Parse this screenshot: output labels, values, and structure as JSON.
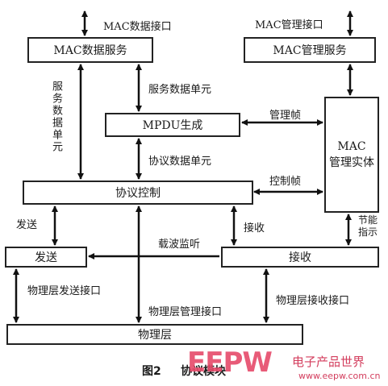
{
  "boxes": {
    "mac_data_service": "MAC数据服务",
    "mac_mgmt_service": "MAC管理服务",
    "mpdu_gen": "MPDU生成",
    "mac_mgmt_entity": "MAC\n管理实体",
    "protocol_control": "协议控制",
    "send": "发送",
    "receive": "接收",
    "phy": "物理层"
  },
  "labels": {
    "mac_data_iface": "MAC数据接口",
    "mac_mgmt_iface": "MAC管理接口",
    "service_data_unit_v": "服务数据单元",
    "service_data_unit_h": "服务数据单元",
    "protocol_data_unit": "协议数据单元",
    "mgmt_frame": "管理帧",
    "ctrl_frame": "控制帧",
    "send_lbl": "发送",
    "recv_lbl": "接收",
    "carrier_detect": "载波监听",
    "node_indicate": "节能\n指示",
    "phy_send_iface": "物理层发送接口",
    "phy_mgmt_iface": "物理层管理接口",
    "phy_recv_iface": "物理层接收接口"
  },
  "caption": {
    "figure": "图2",
    "title": "协议模块"
  },
  "watermark": {
    "logo": "EEPW",
    "text": "电子产品世界",
    "url": "www.eepw.com.cn"
  }
}
